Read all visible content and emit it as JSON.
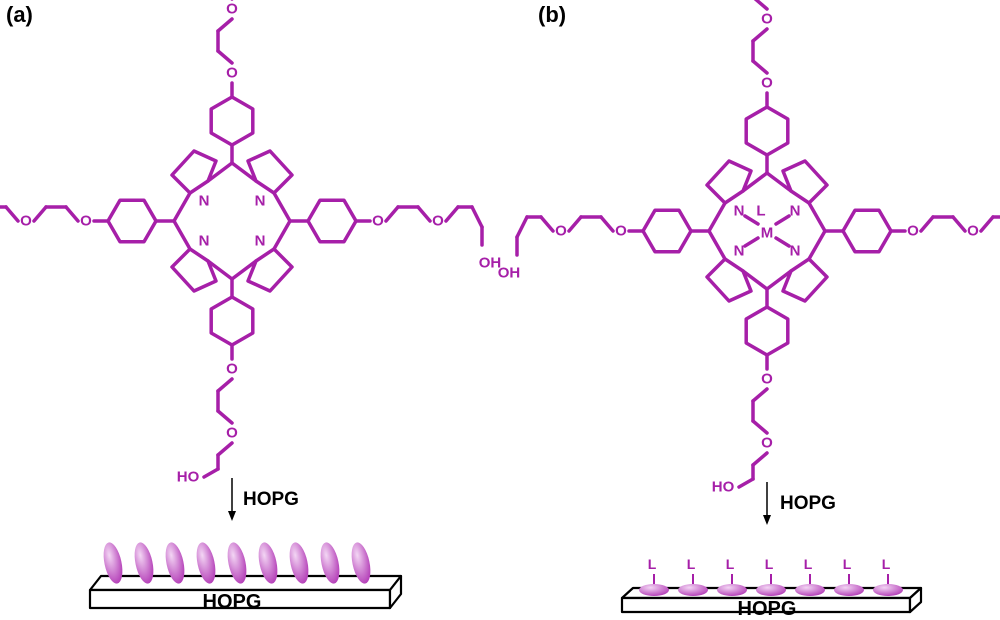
{
  "panels": [
    {
      "label": "(a)",
      "substituent_label": "HO",
      "side_terminal_label": "OH",
      "ether_label": "O",
      "n_label": "N",
      "arrow_label": "HOPG",
      "surface_label": "HOPG",
      "metal": null,
      "ligand_label": null,
      "adsorbate_count": 9,
      "adsorbate_orientation": "upright"
    },
    {
      "label": "(b)",
      "substituent_label": "HO",
      "side_terminal_label": "OH",
      "ether_label": "O",
      "n_label": "N",
      "arrow_label": "HOPG",
      "surface_label": "HOPG",
      "metal": "M",
      "ligand_label": "L",
      "adsorbate_count": 7,
      "adsorbate_orientation": "flat"
    }
  ],
  "colors": {
    "molecule": "#a61fa8",
    "adsorbate_light": "#f3d6f4",
    "adsorbate_dark": "#b23ab6",
    "text": "#000000"
  }
}
